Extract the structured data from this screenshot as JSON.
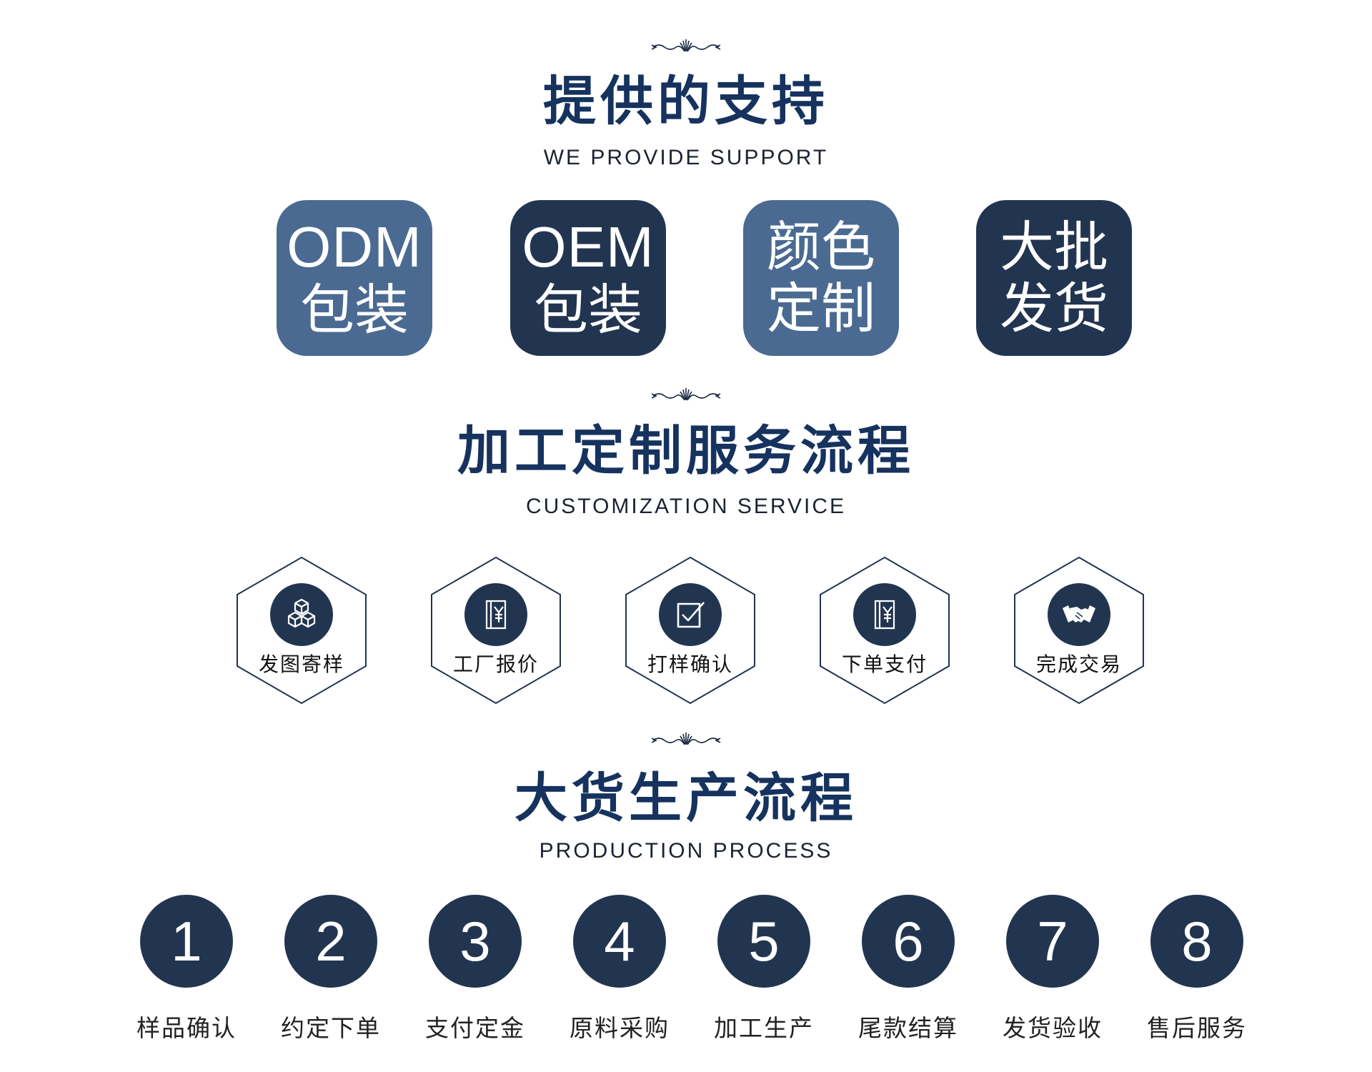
{
  "support": {
    "title": "提供的支持",
    "subtitle": "WE PROVIDE SUPPORT",
    "tiles": [
      {
        "line1": "ODM",
        "line2": "包装",
        "color": "#4a6a92"
      },
      {
        "line1": "OEM",
        "line2": "包装",
        "color": "#223550"
      },
      {
        "line1": "颜色",
        "line2": "定制",
        "color": "#4a6a92"
      },
      {
        "line1": "大批",
        "line2": "发货",
        "color": "#223550"
      }
    ]
  },
  "customization": {
    "title": "加工定制服务流程",
    "subtitle": "CUSTOMIZATION SERVICE",
    "steps": [
      {
        "label": "发图寄样",
        "icon": "boxes-icon"
      },
      {
        "label": "工厂报价",
        "icon": "yen-document-icon"
      },
      {
        "label": "打样确认",
        "icon": "checkbox-icon"
      },
      {
        "label": "下单支付",
        "icon": "yen-document-icon"
      },
      {
        "label": "完成交易",
        "icon": "handshake-icon"
      }
    ]
  },
  "production": {
    "title": "大货生产流程",
    "subtitle": "PRODUCTION PROCESS",
    "steps": [
      {
        "number": "1",
        "label": "样品确认"
      },
      {
        "number": "2",
        "label": "约定下单"
      },
      {
        "number": "3",
        "label": "支付定金"
      },
      {
        "number": "4",
        "label": "原料采购"
      },
      {
        "number": "5",
        "label": "加工生产"
      },
      {
        "number": "6",
        "label": "尾款结算"
      },
      {
        "number": "7",
        "label": "发货验收"
      },
      {
        "number": "8",
        "label": "售后服务"
      }
    ]
  },
  "colors": {
    "title": "#16325e",
    "dark": "#223550",
    "light": "#4a6a92"
  }
}
